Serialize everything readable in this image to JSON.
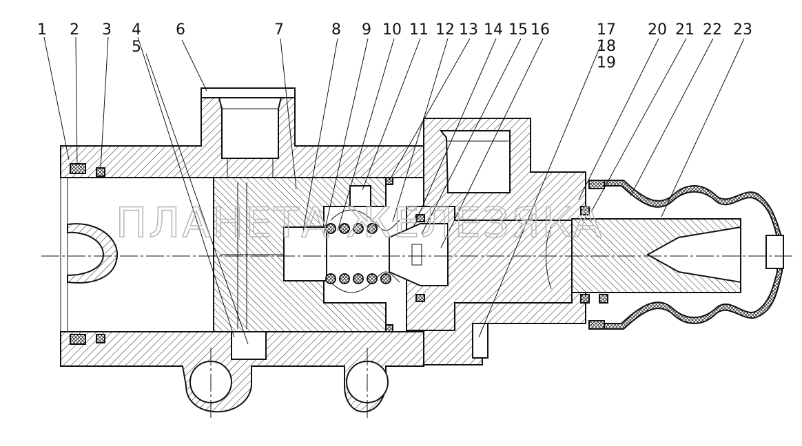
{
  "callouts": [
    {
      "id": "1",
      "label": "1"
    },
    {
      "id": "2",
      "label": "2"
    },
    {
      "id": "3",
      "label": "3"
    },
    {
      "id": "4",
      "label": "4"
    },
    {
      "id": "5",
      "label": "5"
    },
    {
      "id": "6",
      "label": "6"
    },
    {
      "id": "7",
      "label": "7"
    },
    {
      "id": "8",
      "label": "8"
    },
    {
      "id": "9",
      "label": "9"
    },
    {
      "id": "10",
      "label": "10"
    },
    {
      "id": "11",
      "label": "11"
    },
    {
      "id": "12",
      "label": "12"
    },
    {
      "id": "13",
      "label": "13"
    },
    {
      "id": "14",
      "label": "14"
    },
    {
      "id": "15",
      "label": "15"
    },
    {
      "id": "16",
      "label": "16"
    },
    {
      "id": "17",
      "label": "17"
    },
    {
      "id": "18",
      "label": "18"
    },
    {
      "id": "19",
      "label": "19"
    },
    {
      "id": "20",
      "label": "20"
    },
    {
      "id": "21",
      "label": "21"
    },
    {
      "id": "22",
      "label": "22"
    },
    {
      "id": "23",
      "label": "23"
    }
  ],
  "watermark": "ПЛАНЕТА ЖЕЛЕЗЯКА"
}
